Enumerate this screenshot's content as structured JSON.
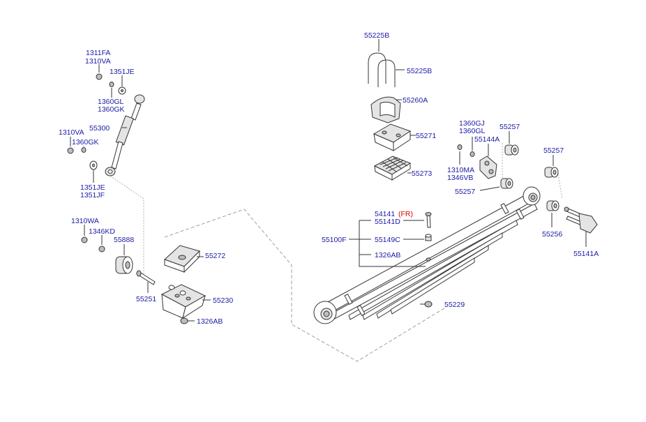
{
  "labels": {
    "l_1311FA": "1311FA",
    "l_1310VA_a": "1310VA",
    "l_1351JE_a": "1351JE",
    "l_1360GL_a": "1360GL",
    "l_1360GK_a": "1360GK",
    "l_55300": "55300",
    "l_1310VA_b": "1310VA",
    "l_1360GK_b": "1360GK",
    "l_1351JE_b": "1351JE",
    "l_1351JF": "1351JF",
    "l_1310WA": "1310WA",
    "l_1346KD": "1346KD",
    "l_55888": "55888",
    "l_55251": "55251",
    "l_55272": "55272",
    "l_55230": "55230",
    "l_1326AB_a": "1326AB",
    "l_55225B_a": "55225B",
    "l_55225B_b": "55225B",
    "l_55260A": "55260A",
    "l_55271": "55271",
    "l_55273": "55273",
    "l_1360GJ": "1360GJ",
    "l_1360GL_b": "1360GL",
    "l_55144A": "55144A",
    "l_55257_a": "55257",
    "l_1310MA": "1310MA",
    "l_1346VB": "1346VB",
    "l_55257_b": "55257",
    "l_55257_c": "55257",
    "l_54141": "54141",
    "l_FR": "(FR)",
    "l_55141D": "55141D",
    "l_55100F": "55100F",
    "l_55149C": "55149C",
    "l_1326AB_b": "1326AB",
    "l_55256": "55256",
    "l_55141A": "55141A",
    "l_55229": "55229"
  }
}
